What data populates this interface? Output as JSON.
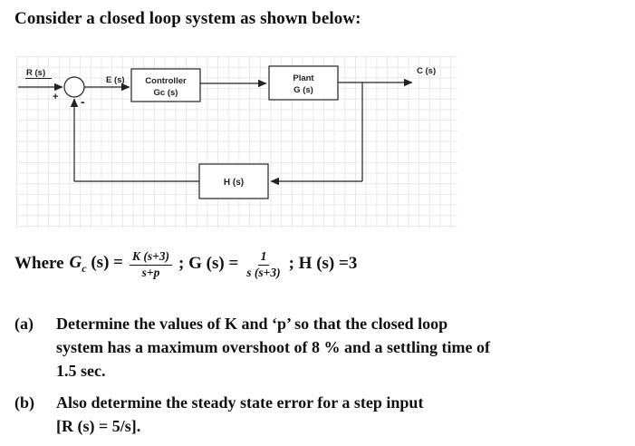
{
  "title": "Consider a closed loop system as shown below:",
  "diagram": {
    "input_label": "R (s)",
    "error_label": "E (s)",
    "plus": "+",
    "minus": "-",
    "controller": {
      "line1": "Controller",
      "line2": "Gc (s)"
    },
    "plant": {
      "line1": "Plant",
      "line2": "G (s)"
    },
    "feedback_label": "H (s)",
    "output_label": "C (s)"
  },
  "equation": {
    "where": "Where",
    "gc_g": "G",
    "gc_sub": "c",
    "gc_rest": "(s) =",
    "frac1_num": "K (s+3)",
    "frac1_den": "s+p",
    "mid": "; G (s) =",
    "frac2_num": "1",
    "frac2_den": "s (s+3)",
    "tail": ";  H (s) =3"
  },
  "questions": [
    {
      "label": "(a)",
      "lines": [
        "Determine the values of K and ‘p’ so that the closed loop",
        "system has a maximum overshoot of 8 % and a settling time of",
        "1.5 sec."
      ]
    },
    {
      "label": "(b)",
      "lines": [
        "Also determine the steady state error for a step input",
        "[R (s) = 5/s]."
      ]
    }
  ]
}
